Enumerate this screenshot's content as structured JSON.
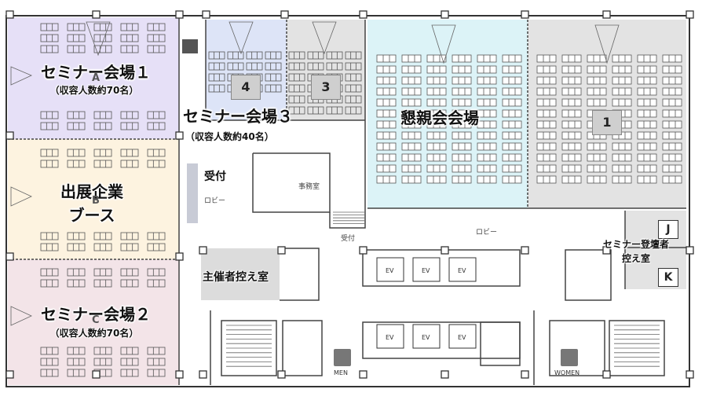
{
  "rooms": {
    "seminar1": {
      "name": "セミナー会場１",
      "capacity": "（収容人数約70名）",
      "letter": "A"
    },
    "exhibitor": {
      "name_line1": "出展企業",
      "name_line2": "ブース",
      "letter": "B"
    },
    "seminar2": {
      "name": "セミナー会場２",
      "capacity": "（収容人数約70名）",
      "letter": "C"
    },
    "seminar3": {
      "name": "セミナー会場３",
      "capacity": "（収容人数約40名）"
    },
    "banquet": {
      "name": "懇親会会場"
    },
    "organizer": {
      "name": "主催者控え室"
    },
    "speaker": {
      "name_line1": "セミナー登壇者",
      "name_line2": "控え室"
    },
    "office": {
      "name": "事務室"
    }
  },
  "badges": {
    "n4": "4",
    "n3": "3",
    "n1": "1",
    "j": "J",
    "k": "K"
  },
  "labels": {
    "reception_bold": "受付",
    "lobby_left": "ロビー",
    "reception_small": "受付",
    "lobby_center": "ロビー",
    "ev": "EV",
    "men": "MEN",
    "women": "WOMEN"
  },
  "colors": {
    "seminar1": "#e6e0f7",
    "exhibitor": "#fdf3e0",
    "seminar2": "#f3e4e8",
    "seminar3_blue": "#dde4f7",
    "gray_room": "#e3e3e3",
    "banquet": "#dcf3f7",
    "organizer": "#dcdcdc"
  }
}
